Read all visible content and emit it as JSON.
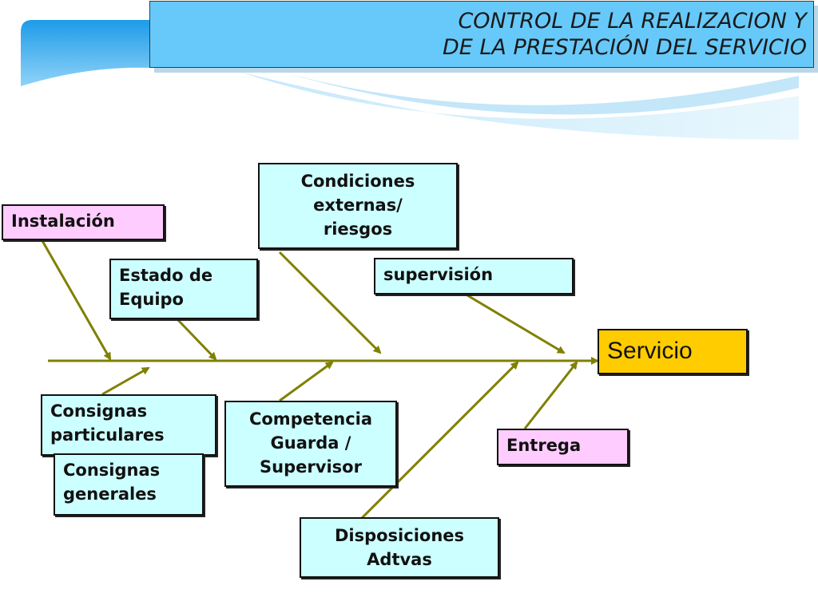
{
  "title": {
    "line1": "CONTROL DE LA REALIZACION Y",
    "line2": "DE LA PRESTACIÓN DEL SERVICIO"
  },
  "colors": {
    "title_bg": "#66c9fa",
    "cause_box": "#ccffff",
    "pink_box": "#ffccff",
    "effect_box": "#ffcc00",
    "arrow": "#808000"
  },
  "diagram": {
    "type": "fishbone",
    "effect": "Servicio",
    "causes": {
      "instalacion": "Instalación",
      "condiciones": "Condiciones\nexternas/\nriesgos",
      "estado_equipo": "Estado de\nEquipo",
      "supervision": "supervisión",
      "consignas_particulares": "Consignas\nparticulares",
      "consignas_generales": "Consignas\ngenerales",
      "competencia": "Competencia\nGuarda /\nSupervisor",
      "disposiciones": "Disposiciones\nAdtvas",
      "entrega": "Entrega"
    }
  }
}
